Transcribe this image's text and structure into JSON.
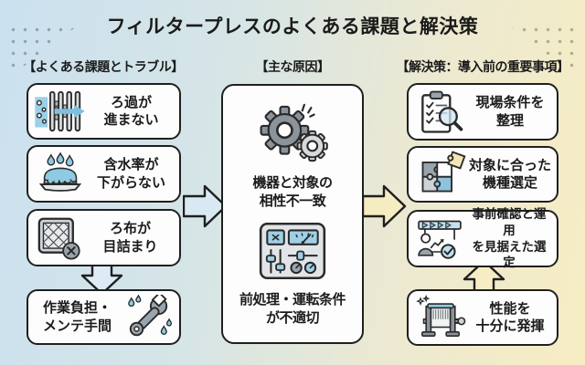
{
  "title": "フィルタープレスのよくある課題と解決策",
  "columns": {
    "problems": {
      "header": "【よくある課題とトラブル】",
      "cards": [
        {
          "label": "ろ過が\n進まない",
          "icon": "filter-plates-icon"
        },
        {
          "label": "含水率が\n下がらない",
          "icon": "dewatered-cake-icon"
        },
        {
          "label": "ろ布が\n目詰まり",
          "icon": "clogged-mesh-icon"
        },
        {
          "label": "作業負担・\nメンテ手間",
          "icon": "wrench-sweat-icon"
        }
      ]
    },
    "causes": {
      "header": "【主な原因】",
      "items": [
        {
          "label": "機器と対象の\n相性不一致",
          "icon": "gears-icon"
        },
        {
          "label": "前処理・運転条件\nが不適切",
          "icon": "control-panel-icon"
        }
      ]
    },
    "solutions": {
      "header": "【解決策：導入前の重要事項】",
      "cards": [
        {
          "label": "現場条件を\n整理",
          "icon": "clipboard-magnifier-icon"
        },
        {
          "label": "対象に合った\n機種選定",
          "icon": "puzzle-pieces-icon"
        },
        {
          "label": "事前確認と運用\nを見据えた選定",
          "icon": "timeline-person-check-icon"
        },
        {
          "label": "性能を\n十分に発揮",
          "icon": "filter-press-machine-icon"
        }
      ]
    }
  },
  "flow": {
    "problems_to_causes": "right-arrow",
    "causes_to_solutions": "right-arrow",
    "clog_to_burden": "down-arrow",
    "performance_to_selection": "up-arrow"
  },
  "colors": {
    "bg_left": "#cbe1f0",
    "bg_right": "#f7edc3",
    "card_bg": "#fdfdfd",
    "outline": "#1f1f1f",
    "accent_blue": "#8ecbe3",
    "accent_blue_pale": "#d9e9f4",
    "accent_yellow_pale": "#f6edc5",
    "accent_gray": "#9aa4ac"
  }
}
